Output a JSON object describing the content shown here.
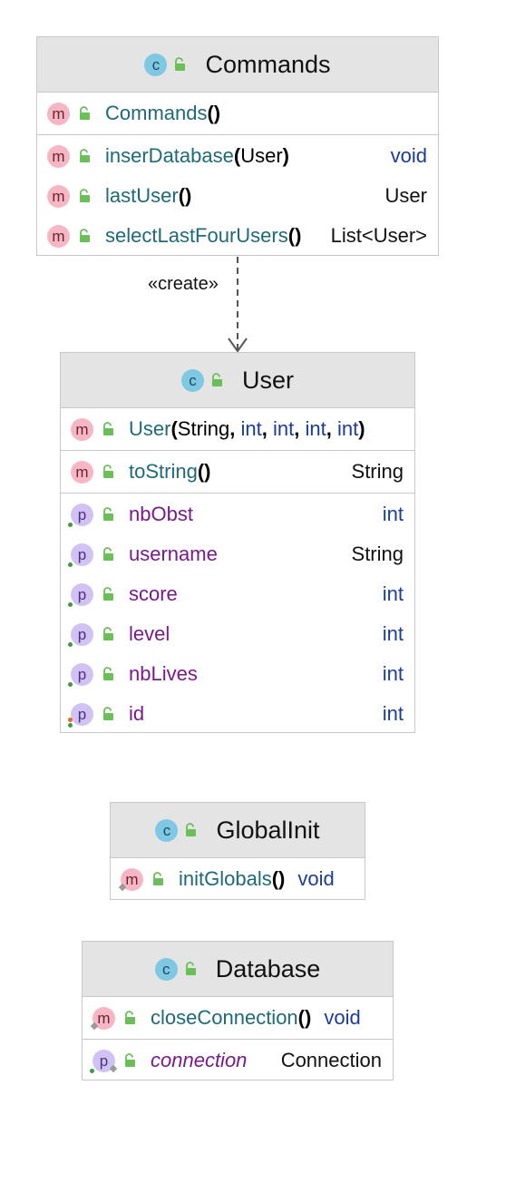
{
  "edge": {
    "label": "«create»"
  },
  "classes": {
    "commands": {
      "name": "Commands",
      "constructor": {
        "name": "Commands",
        "params": "()"
      },
      "methods": [
        {
          "name": "inserDatabase",
          "open": "(",
          "param": "User",
          "close": ")",
          "type": "void"
        },
        {
          "name": "lastUser",
          "params": "()",
          "type": "User"
        },
        {
          "name": "selectLastFourUsers",
          "params": "()",
          "type": "List<User>"
        }
      ]
    },
    "user": {
      "name": "User",
      "constructor": {
        "name": "User",
        "open": "(",
        "p1": "String",
        "sep1": ", ",
        "p2": "int",
        "sep2": ", ",
        "p3": "int",
        "sep3": ", ",
        "p4": "int",
        "sep4": ", ",
        "p5": "int",
        "close": ")"
      },
      "methods": [
        {
          "name": "toString",
          "params": "()",
          "type": "String"
        }
      ],
      "fields": [
        {
          "name": "nbObst",
          "type": "int"
        },
        {
          "name": "username",
          "type": "String"
        },
        {
          "name": "score",
          "type": "int"
        },
        {
          "name": "level",
          "type": "int"
        },
        {
          "name": "nbLives",
          "type": "int"
        },
        {
          "name": "id",
          "type": "int"
        }
      ]
    },
    "globalinit": {
      "name": "GlobalInit",
      "methods": [
        {
          "name": "initGlobals",
          "params": "()",
          "type": "void"
        }
      ]
    },
    "database": {
      "name": "Database",
      "methods": [
        {
          "name": "closeConnection",
          "params": "()",
          "type": "void"
        }
      ],
      "fields": [
        {
          "name": "connection",
          "type": "Connection"
        }
      ]
    }
  },
  "badges": {
    "class": "c",
    "method": "m",
    "property": "p"
  },
  "colors": {
    "header_bg": "#e4e4e4",
    "border": "#c8c8c8",
    "member_teal": "#1d6a7a",
    "field_purple": "#7a1a8a",
    "keyword_blue": "#1a3c9a",
    "badge_class": "#7ec8e3",
    "badge_method": "#f6b6c4",
    "badge_property": "#d2c2f4",
    "lock_green": "#6bbf59"
  }
}
